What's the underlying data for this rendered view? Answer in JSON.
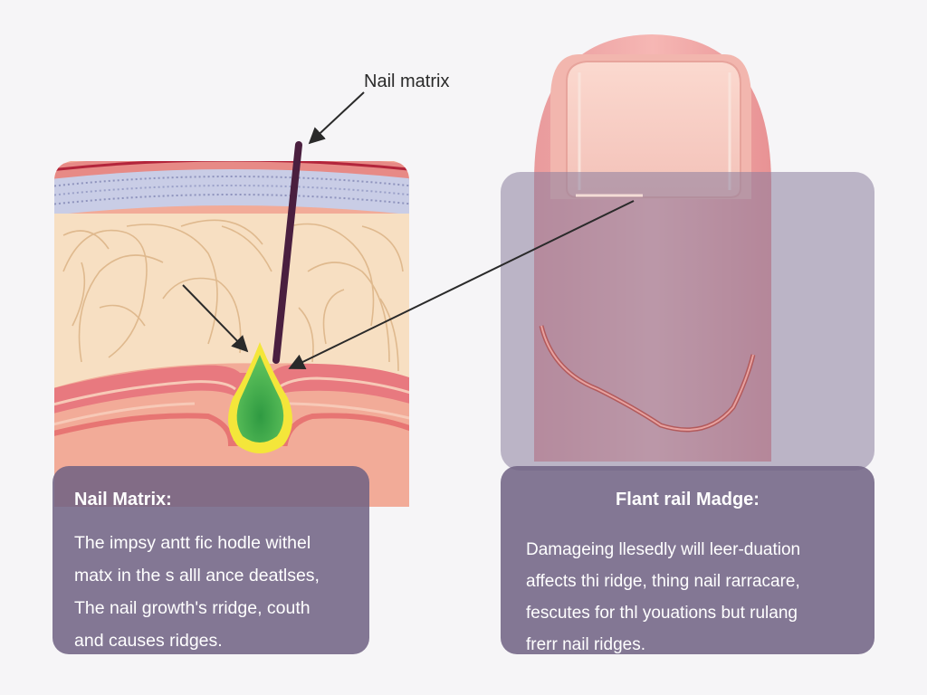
{
  "labels": {
    "nail_matrix": "Nail matrix"
  },
  "left_panel": {
    "title": "Nail Matrix:",
    "lines": [
      "The impsy antt fic hodle withel",
      "matx in the s alll ance deatlses,",
      "The nail growth's rridge, couth",
      "and causes ridges."
    ]
  },
  "right_panel": {
    "title": "Flant rail Madge:",
    "lines": [
      "Damageing llesedly will leer-duation",
      "affects thi ridge, thing nail rarracare,",
      "fescutes for thl youations but rulang",
      "frerr nail ridges."
    ]
  },
  "colors": {
    "background": "#f6f5f7",
    "panel": "#706284",
    "tissue": "#f6ddc0",
    "skin": "#f2a89a",
    "matrix_green": "#3aa84a",
    "matrix_glow": "#f4e63a",
    "pointer_line": "#4a2040",
    "nail_overlay": "#8a7e9e"
  }
}
